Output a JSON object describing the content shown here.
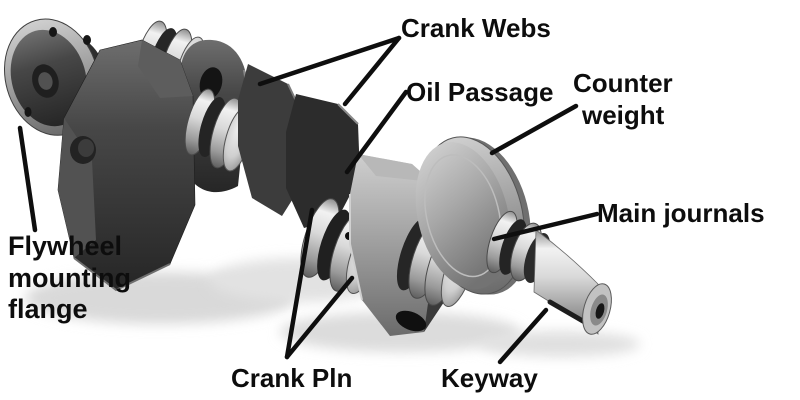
{
  "figure": {
    "type": "labeled-diagram",
    "subject": "Engine crankshaft with annotated parts",
    "background_color": "#ffffff",
    "annotation_color": "#0d0d0d"
  },
  "labels": {
    "crank_webs": {
      "text": "Crank Webs"
    },
    "oil_passage": {
      "text": "Oil Passage"
    },
    "counter_weight": {
      "line1": "Counter",
      "line2": "weight"
    },
    "main_journals": {
      "text": "Main journals"
    },
    "flywheel_mounting_flange": {
      "line1": "Flywheel",
      "line2": "mounting",
      "line3": "flange"
    },
    "crank_pin": {
      "text": "Crank Pln"
    },
    "keyway": {
      "text": "Keyway"
    }
  }
}
